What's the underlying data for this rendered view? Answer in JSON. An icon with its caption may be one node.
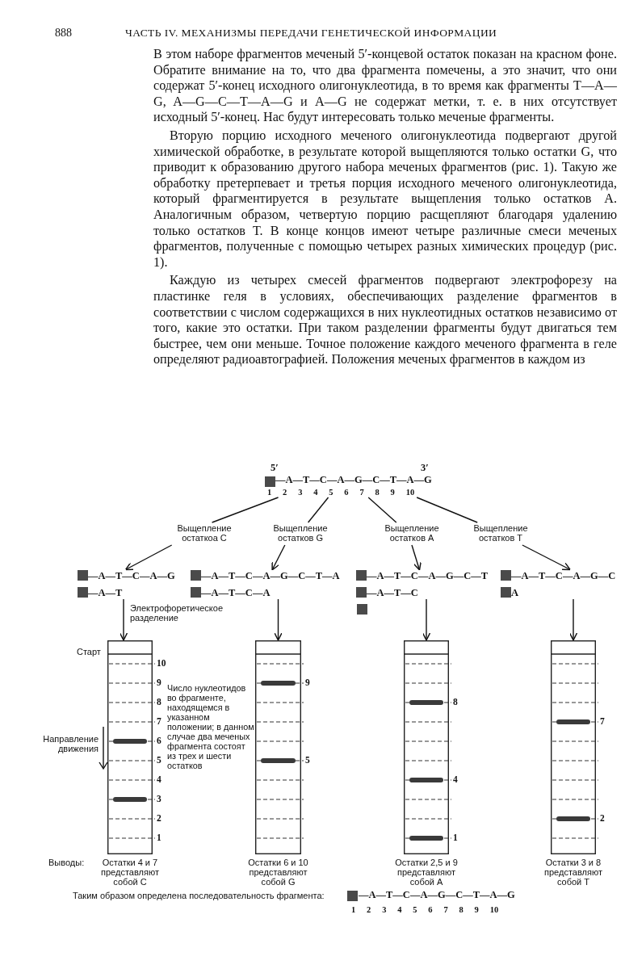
{
  "diagram": {
    "nodes": [
      {
        "text": [
          "5′",
          "3′",
          "—A—T—C—A—G—C—T—A—G"
        ],
        "beside": [
          "1 2 3 4 5 6 7 8 9 10"
        ]
      },
      {
        "text": [
          "Выщепление остаткоа C"
        ]
      },
      {
        "text": [
          "Выщепление остатков G"
        ]
      },
      {
        "text": [
          "Выщепление остатков A"
        ]
      },
      {
        "text": [
          "Выщепление остатков T"
        ]
      },
      {
        "text": [
          "—A—T—C—A—G",
          "—A—T"
        ]
      },
      {
        "text": [
          "—A—T—C—A—G—C—T—A",
          "—A—T—C—A"
        ]
      },
      {
        "text": [
          "—A—T—C—A—G—C—T",
          "—A—T—C"
        ]
      },
      {
        "text": [
          "—A—T—C—A—G—C",
          "A"
        ]
      },
      {
        "text": [],
        "shape": "box"
      },
      {
        "text": [],
        "shape": "bar",
        "beside": [
          "Старт",
          "10",
          "9",
          "8",
          "7",
          "6",
          "5",
          "4",
          "3",
          "2",
          "1",
          "Остатки 4 и 7 представляют собой C"
        ]
      },
      {
        "text": [],
        "shape": "bar",
        "beside": [
          "9",
          "5",
          "Остатки 6 и 10 представляют собой G"
        ]
      },
      {
        "text": [],
        "shape": "bar",
        "beside": [
          "8",
          "4",
          "1",
          "Остатки 2,5 и 9 представляют собой A"
        ]
      },
      {
        "text": [],
        "shape": "bar",
        "beside": [
          "7",
          "2",
          "Остатки 3 и 8 представляют собой T"
        ]
      }
    ],
    "edges": [
      {
        "from": 0,
        "to": 1,
        "arrow": "none"
      },
      {
        "from": 0,
        "to": 2,
        "arrow": "none"
      },
      {
        "from": 0,
        "to": 3,
        "arrow": "none"
      },
      {
        "from": 0,
        "to": 4,
        "arrow": "none"
      },
      {
        "from": 1,
        "to": 5,
        "arrow": "to"
      },
      {
        "from": 2,
        "to": 6,
        "arrow": "to"
      },
      {
        "from": 3,
        "to": 7,
        "arrow": "to"
      },
      {
        "from": 4,
        "to": 8,
        "arrow": "to"
      },
      {
        "from": 5,
        "to": 10,
        "arrow": "to",
        "label": "Электрофоретическое разделение"
      },
      {
        "from": 6,
        "to": 11,
        "arrow": "to"
      },
      {
        "from": 7,
        "to": 12,
        "arrow": "to"
      },
      {
        "from": 8,
        "to": 13,
        "arrow": "to"
      }
    ],
    "labels": [
      "888",
      "ЧАСТЬ IV. МЕХАНИЗМЫ ПЕРЕДАЧИ ГЕНЕТИЧЕСКОЙ ИНФОРМАЦИИ",
      "В этом наборе фрагментов меченый 5′-концевой остаток показан на красном фоне. Обратите внимание на то, что два фрагмента помечены, а это значит, что они содержат 5′-конец исходного олигонуклеотида, в то время как фрагменты T—A—G, A—G—C—T—A—G и A—G не содержат метки, т. е. в них отсутствует исходный 5′-конец. Нас будут интересовать только меченые фрагменты.",
      "Вторую порцию исходного меченого олигонуклеотида подвергают другой химической обработке, в результате которой выщепляются только остатки G, что приводит к образованию другого набора меченых фрагментов (рис. 1). Такую же обработку претерпевает и третья порция исходного меченого олигонуклеотида, который фрагментируется в результате выщепления только остатков A. Аналогичным образом, четвертую порцию расщепляют благодаря удалению только остатков T. В конце концов имеют четыре различные смеси меченых фрагментов, полученные с помощью четырех разных химических процедур (рис. 1).",
      "Каждую из четырех смесей фрагментов подвергают электрофорезу на пластинке геля в условиях, обеспечивающих разделение фрагментов в соответствии с числом содержащихся в них нуклеотидных остатков независимо от того, какие это остатки. При таком разделении фрагменты будут двигаться тем быстрее, чем они меньше. Точное положение каждого меченого фрагмента в геле определяют радиоавтографией. Положения меченых фрагментов в каждом из",
      "Число нуклеотидов во фрагменте, находящемся в указанном положении; в данном случае два меченых фрагмента состоят из трех и шести остатков",
      "Направление движения",
      "Выводы:",
      "Таким образом определена последовательность фрагмента:",
      "—A—T—C—A—G—C—T—A—G",
      "1 2 3 4 5 6 7 8 9 10"
    ]
  }
}
